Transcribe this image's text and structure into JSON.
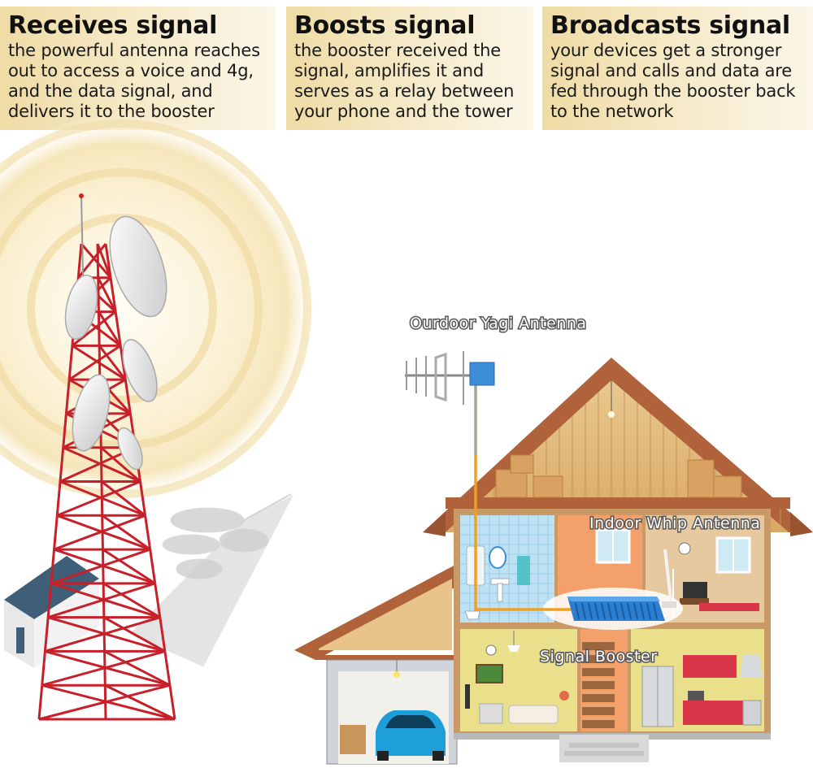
{
  "panels": [
    {
      "title": "Receives signal",
      "body": "the powerful antenna reaches out to access a voice and 4g, and the data signal, and delivers it to the booster"
    },
    {
      "title": "Boosts signal",
      "body": "the booster received the signal, amplifies it and serves as a relay between your phone and the tower"
    },
    {
      "title": "Broadcasts signal",
      "body": "your devices get a stronger signal and calls and data are fed through the booster back to the network"
    }
  ],
  "labels": {
    "yagi": "Ourdoor  Yagi Antenna",
    "whip": "Indoor Whip Antenna",
    "booster": "Signal Booster"
  },
  "colors": {
    "tower": "#c8202a",
    "cable": "#f0a020",
    "booster": "#2a7fd0",
    "roof": "#b0623a",
    "panel_bg": "#efdba4"
  }
}
